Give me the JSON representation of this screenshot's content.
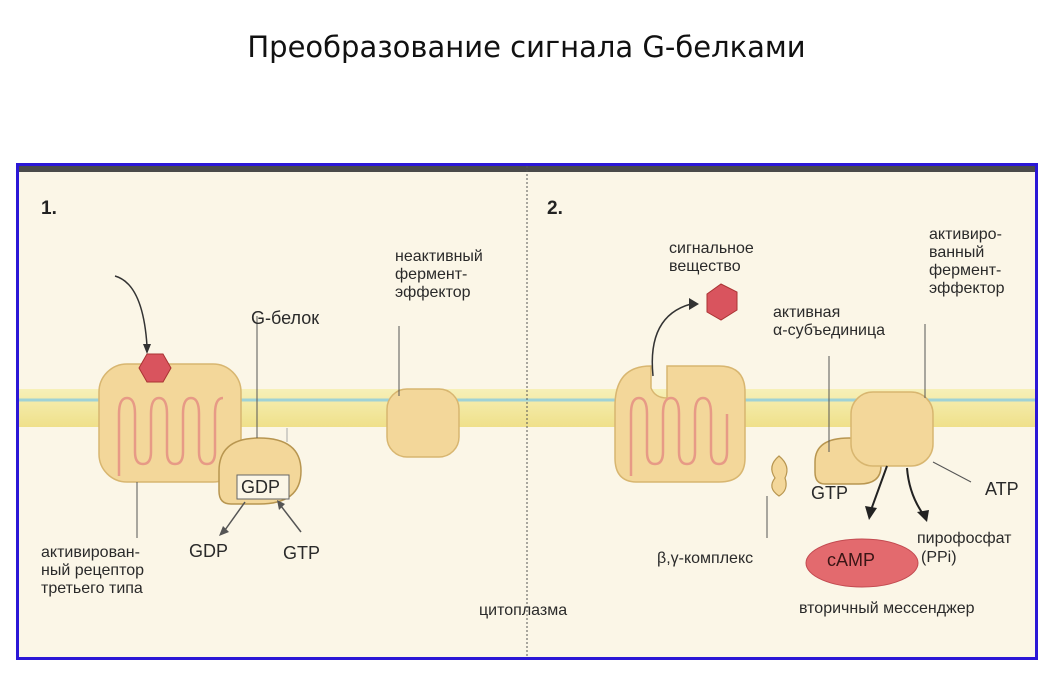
{
  "title": "Преобразование сигнала G-белками",
  "panel1": {
    "number": "1.",
    "inactive_effector": "неактивный\nфермент-\nэффектор",
    "g_protein": "G-белок",
    "gdp_bound": "GDP",
    "gdp_out": "GDP",
    "gtp_in": "GTP",
    "receptor": "активирован-\nный рецептор\nтретьего типа"
  },
  "panel2": {
    "number": "2.",
    "signal": "сигнальное\nвещество",
    "active_effector": "активиро-\nванный\nфермент-\nэффектор",
    "active_alpha": "активная\nα-субъединица",
    "gtp_bound": "GTP",
    "atp": "ATP",
    "beta_gamma": "β,γ-комплекс",
    "camp": "cAMP",
    "pyrophosphate": "пирофосфат",
    "ppi": "(PPi)",
    "second_messenger": "вторичный мессенджер"
  },
  "cytoplasm": "цитоплазма",
  "colors": {
    "frame_border": "#2b17d6",
    "membrane": "#f4ea9a",
    "membrane_line": "#9fd2d6",
    "protein_fill": "#f3d79a",
    "receptor_coil": "#e79a86",
    "signal_molecule": "#d9545e",
    "camp_fill": "#e36a6e"
  }
}
